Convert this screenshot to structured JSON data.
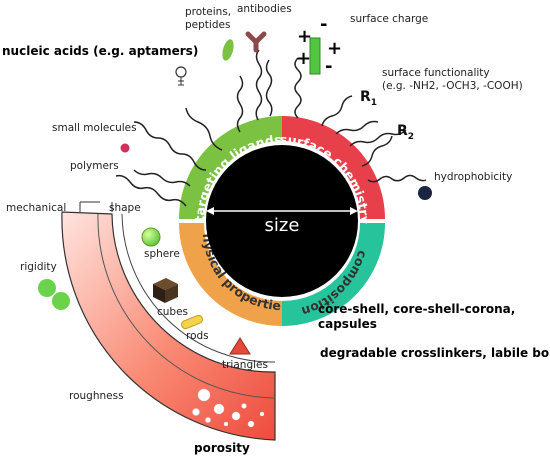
{
  "colors": {
    "green": "#7cc242",
    "red": "#e8404a",
    "orange": "#f0a24a",
    "teal": "#27c39a",
    "core": "#000000",
    "gradient_red": "#ee4b3d",
    "light_green": "#6ad34c",
    "pink_molecule": "#d0305a",
    "navy_ball": "#1b2440"
  },
  "icons": [
    "aptamer-loop-icon",
    "protein-ellipse-icon",
    "antibody-y-icon",
    "surface-charge-rectangle-icon",
    "small-molecule-dot-icon",
    "hydrophobic-ball-icon",
    "sphere-icon",
    "cube-icon",
    "rod-icon",
    "triangle-icon"
  ],
  "labels": {
    "nucleic_acids": "nucleic acids (e.g. aptamers)",
    "proteins_line1": "proteins,",
    "proteins_line2": "peptides",
    "antibodies": "antibodies",
    "surface_charge": "surface charge",
    "surface_functionality_line1": "surface functionality",
    "surface_functionality_line2": "(e.g. -NH2, -OCH3, -COOH)",
    "r1": "R",
    "r1_sub": "1",
    "r2": "R",
    "r2_sub": "2",
    "small_molecules": "small molecules",
    "polymers": "polymers",
    "hydrophobicity": "hydrophobicity",
    "size": "size",
    "mechanical": "mechanical",
    "shape": "shape",
    "rigidity": "rigidity",
    "sphere": "sphere",
    "cubes": "cubes",
    "rods": "rods",
    "triangles": "triangles",
    "roughness": "roughness",
    "porosity": "porosity",
    "core_shell_line1": "core-shell, core-shell-corona,",
    "core_shell_line2": "capsules",
    "degradable": "degradable crosslinkers, labile bonds"
  },
  "segments": {
    "targeting_ligands": "targeting ligands",
    "surface_chemistry": "surface chemistry",
    "physical_properties": "physical properties",
    "composition": "composition"
  },
  "charges": {
    "plus1": "+",
    "minus1": "-",
    "plus2": "+",
    "plus3": "+",
    "minus2": "-"
  }
}
